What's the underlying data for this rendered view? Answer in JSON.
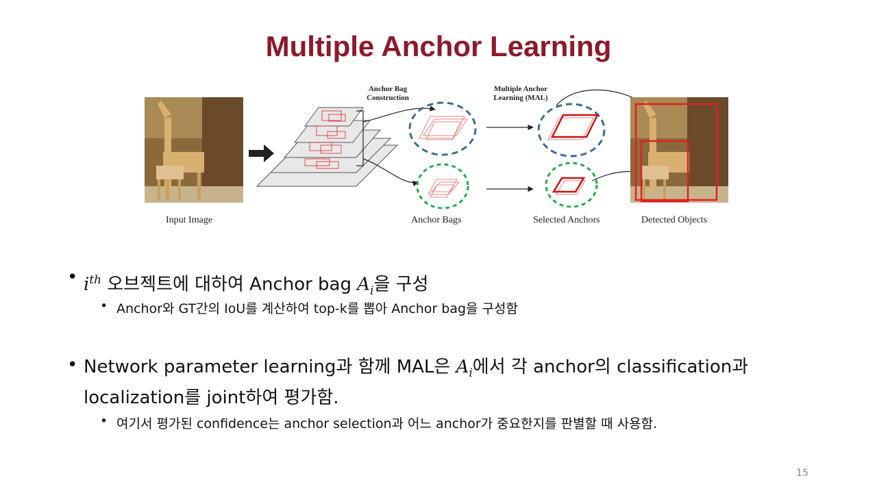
{
  "slide": {
    "title": "Multiple Anchor Learning",
    "page_number": "15"
  },
  "figure": {
    "labels": {
      "anchor_bag_construction": "Anchor Bag\nConstruction",
      "mal": "Multiple Anchor\nLearning (MAL)"
    },
    "captions": {
      "input": "Input Image",
      "bags": "Anchor Bags",
      "selected": "Selected Anchors",
      "detected": "Detected Objects"
    },
    "colors": {
      "blue_bag": "#3a6b95",
      "green_bag": "#2aa84a",
      "anchor": "#e02020"
    }
  },
  "bullets": [
    {
      "sym": "i",
      "sup": "th",
      "text1": " 오브젝트에 대하여 Anchor bag ",
      "sym2": "A",
      "sub": "i",
      "text2": "을 구성",
      "sub_bullet": "Anchor와 GT간의 IoU를 계산하여 top-k를 뽑아 Anchor bag을 구성함"
    },
    {
      "text1": "Network parameter learning과 함께 MAL은 ",
      "sym": "A",
      "sub": "i",
      "text2": "에서 각 anchor의 classification과",
      "line2": "localization를 joint하여 평가함.",
      "sub_bullet": "여기서 평가된 confidence는 anchor selection과 어느 anchor가 중요한지를 판별할 때 사용함."
    }
  ]
}
